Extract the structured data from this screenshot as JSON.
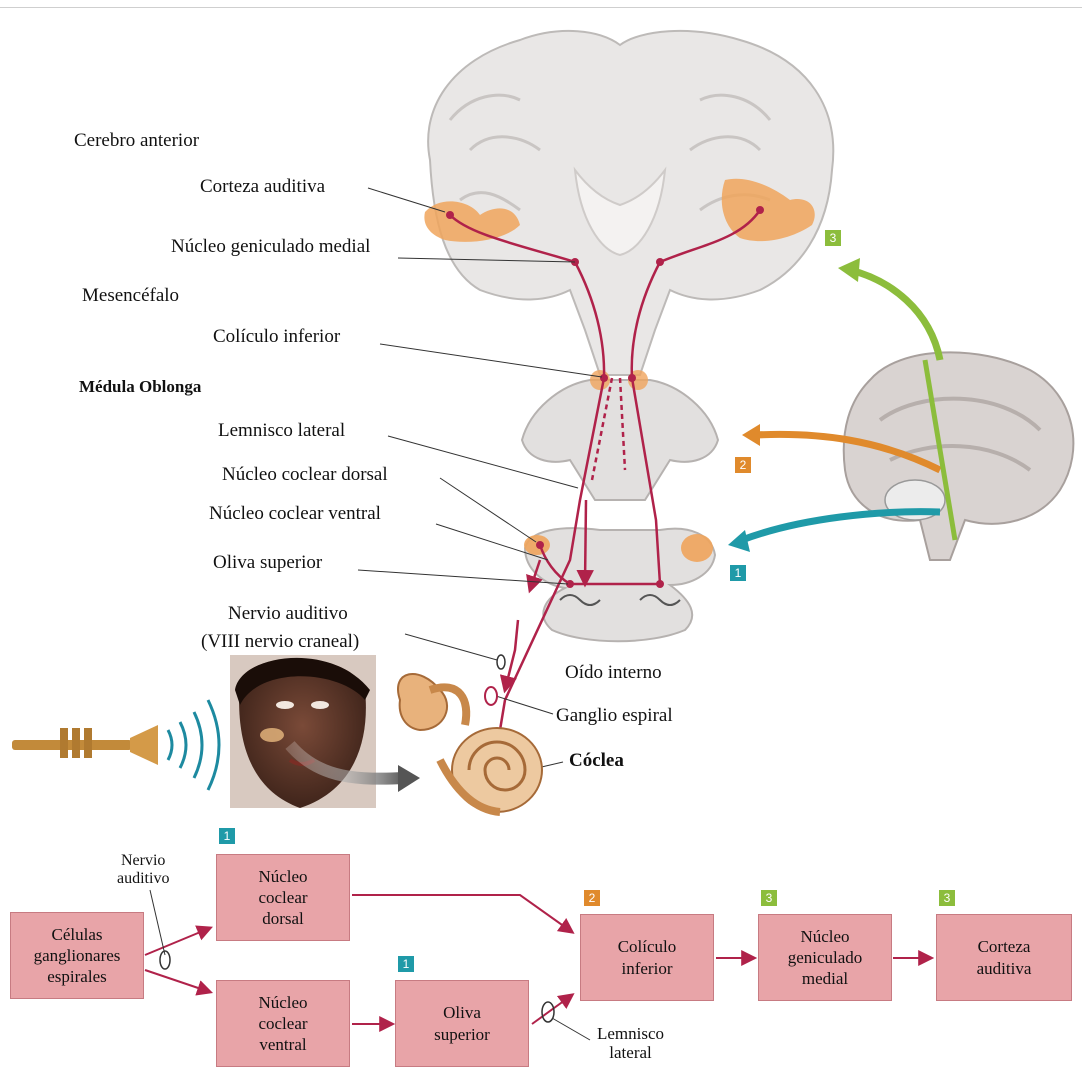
{
  "labels": {
    "cerebro_anterior": "Cerebro anterior",
    "corteza_auditiva": "Corteza auditiva",
    "nucleo_geniculado_medial": "Núcleo geniculado medial",
    "mesencefalo": "Mesencéfalo",
    "coliculo_inferior": "Colículo inferior",
    "medula_oblonga": "Médula Oblonga",
    "lemnisco_lateral": "Lemnisco lateral",
    "nucleo_coclear_dorsal": "Núcleo coclear dorsal",
    "nucleo_coclear_ventral": "Núcleo coclear ventral",
    "oliva_superior": "Oliva superior",
    "nervio_auditivo_1": "Nervio auditivo",
    "nervio_auditivo_2": "(VIII nervio craneal)",
    "oido_interno": "Oído interno",
    "ganglio_espiral": "Ganglio espiral",
    "coclea": "Cóclea"
  },
  "tags": {
    "side_3": "3",
    "side_2": "2",
    "side_1": "1",
    "flow_dorsal": "1",
    "flow_oliva": "1",
    "flow_coliculo": "2",
    "flow_geniculado": "3",
    "flow_corteza": "3"
  },
  "flow": {
    "nervio_auditivo_1": "Nervio",
    "nervio_auditivo_2": "auditivo",
    "celulas": [
      "Células",
      "ganglionares",
      "espirales"
    ],
    "dorsal": [
      "Núcleo",
      "coclear",
      "dorsal"
    ],
    "ventral": [
      "Núcleo",
      "coclear",
      "ventral"
    ],
    "oliva": [
      "Oliva",
      "superior"
    ],
    "coliculo": [
      "Colículo",
      "inferior"
    ],
    "geniculado": [
      "Núcleo",
      "geniculado",
      "medial"
    ],
    "corteza": [
      "Corteza",
      "auditiva"
    ],
    "lemnisco_1": "Lemnisco",
    "lemnisco_2": "lateral"
  },
  "colors": {
    "pathway": "#b0224a",
    "nucleus": "#f0a45c",
    "box_fill": "#e8a4a8",
    "tag_teal": "#1f9aa8",
    "tag_orange": "#e08a2c",
    "tag_green": "#8cbd3c"
  }
}
